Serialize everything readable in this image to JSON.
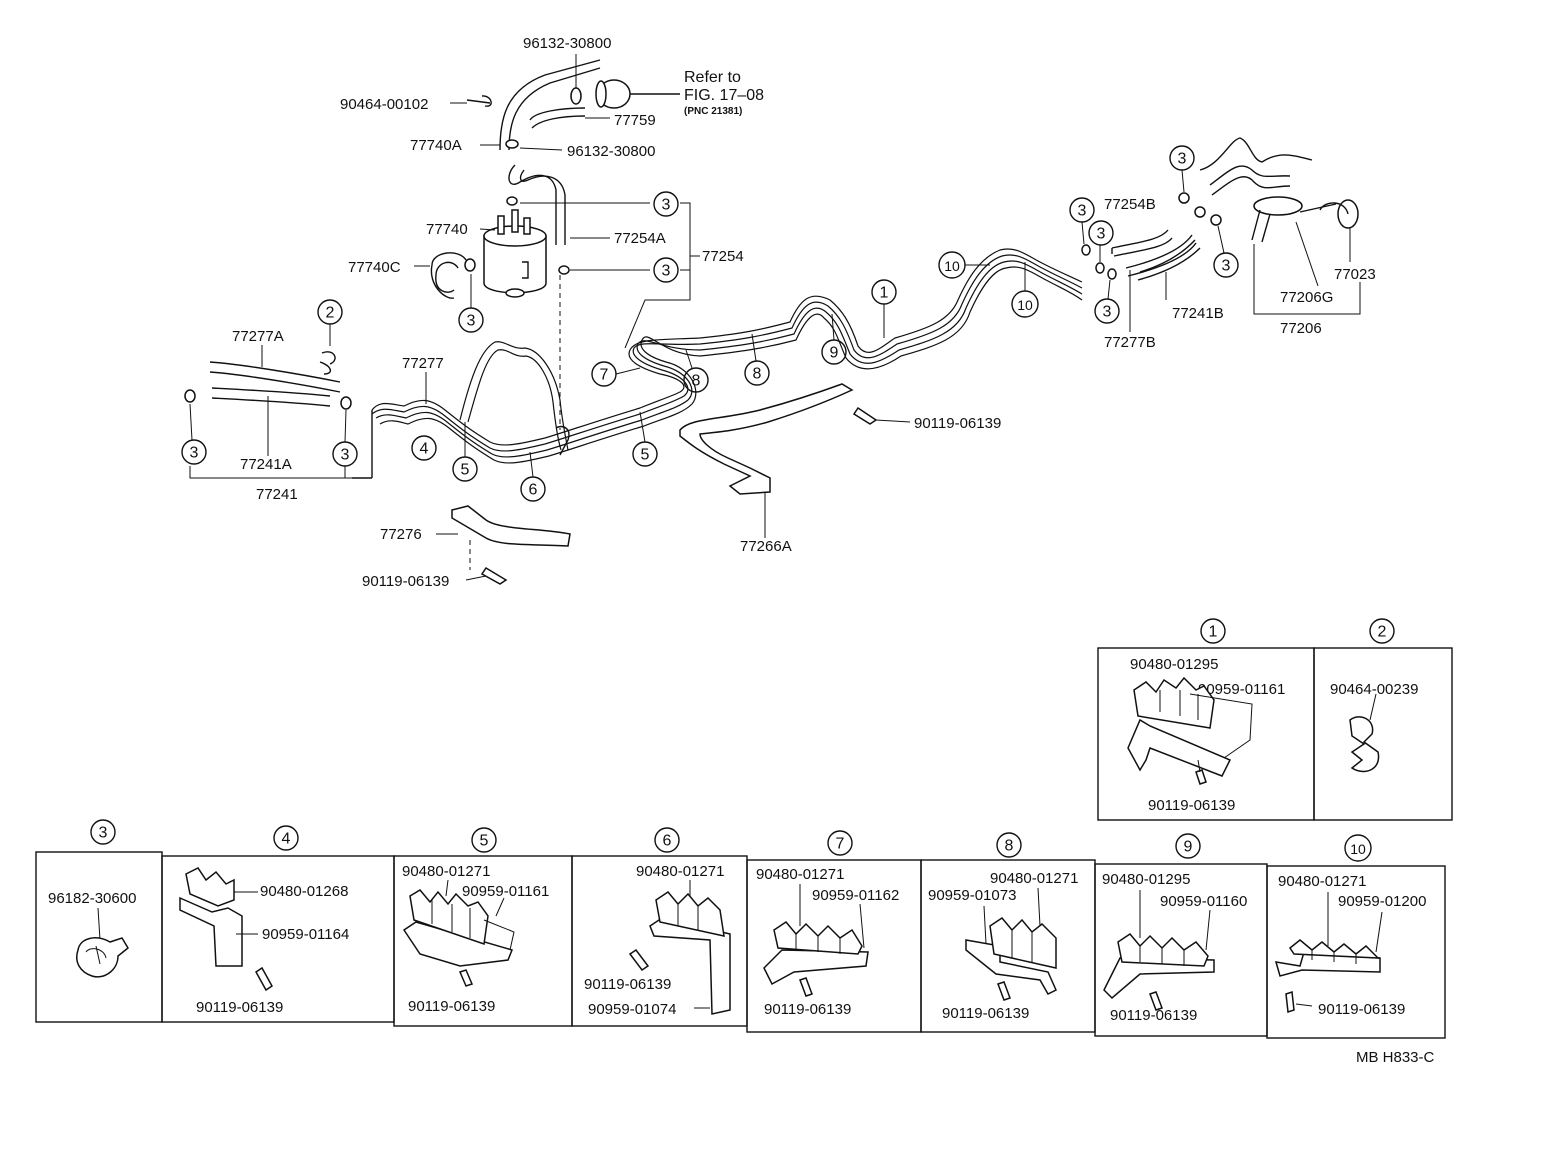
{
  "top": {
    "p_96132_30800_a": "96132-30800",
    "p_90464_00102": "90464-00102",
    "refer_to": "Refer to",
    "fig": "FIG. 17–08",
    "pnc": "(PNC 21381)",
    "p_77759": "77759",
    "p_77740A": "77740A",
    "p_96132_30800_b": "96132-30800",
    "p_77740": "77740",
    "p_77740C": "77740C",
    "p_77254A": "77254A",
    "p_77254": "77254",
    "p_77277A": "77277A",
    "p_77277": "77277",
    "p_77241A": "77241A",
    "p_77241": "77241",
    "p_77276": "77276",
    "p_90119_a": "90119-06139",
    "p_77266A": "77266A",
    "p_90119_b": "90119-06139",
    "p_77254B": "77254B",
    "p_77241B": "77241B",
    "p_77277B": "77277B",
    "p_77206G": "77206G",
    "p_77206": "77206",
    "p_77023": "77023"
  },
  "callouts": [
    "1",
    "2",
    "3",
    "4",
    "5",
    "6",
    "7",
    "8",
    "9",
    "10"
  ],
  "details": {
    "d1": {
      "num": "1",
      "a": "90480-01295",
      "b": "90959-01161",
      "c": "90119-06139"
    },
    "d2": {
      "num": "2",
      "a": "90464-00239"
    },
    "d3": {
      "num": "3",
      "a": "96182-30600"
    },
    "d4": {
      "num": "4",
      "a": "90480-01268",
      "b": "90959-01164",
      "c": "90119-06139"
    },
    "d5": {
      "num": "5",
      "a": "90480-01271",
      "b": "90959-01161",
      "c": "90119-06139"
    },
    "d6": {
      "num": "6",
      "a": "90480-01271",
      "b": "90119-06139",
      "c": "90959-01074"
    },
    "d7": {
      "num": "7",
      "a": "90480-01271",
      "b": "90959-01162",
      "c": "90119-06139"
    },
    "d8": {
      "num": "8",
      "a": "90480-01271",
      "b": "90959-01073",
      "c": "90119-06139"
    },
    "d9": {
      "num": "9",
      "a": "90480-01295",
      "b": "90959-01160",
      "c": "90119-06139"
    },
    "d10": {
      "num": "10",
      "a": "90480-01271",
      "b": "90959-01200",
      "c": "90119-06139"
    }
  },
  "code": "MB H833-C"
}
